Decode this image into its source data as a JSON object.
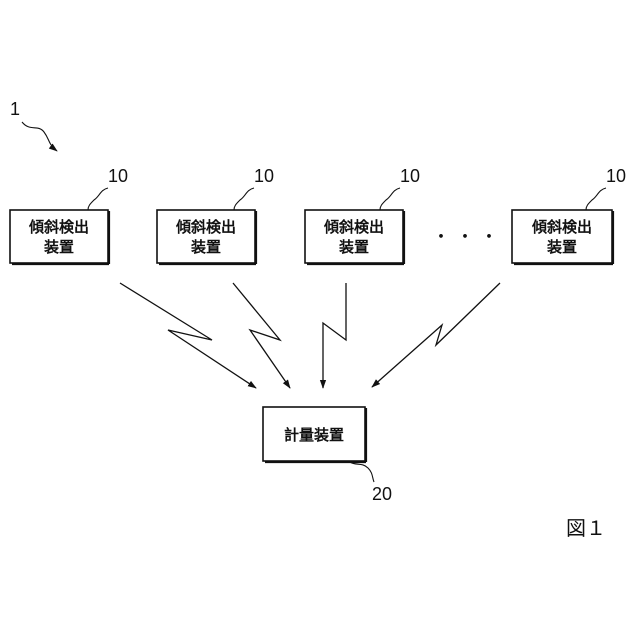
{
  "system_ref": "1",
  "detectors": [
    {
      "ref": "10",
      "label_line1": "傾斜検出",
      "label_line2": "装置"
    },
    {
      "ref": "10",
      "label_line1": "傾斜検出",
      "label_line2": "装置"
    },
    {
      "ref": "10",
      "label_line1": "傾斜検出",
      "label_line2": "装置"
    },
    {
      "ref": "10",
      "label_line1": "傾斜検出",
      "label_line2": "装置"
    }
  ],
  "ellipsis": "・・・",
  "measurement": {
    "ref": "20",
    "label": "計量装置"
  },
  "figure_label": "図１"
}
